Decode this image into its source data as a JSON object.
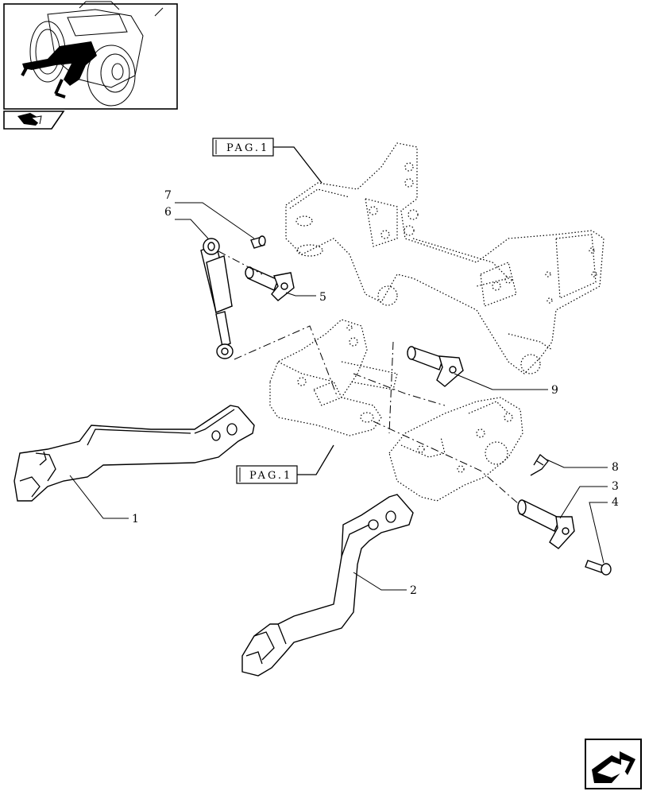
{
  "callouts": {
    "c1": "1",
    "c2": "2",
    "c3": "3",
    "c4": "4",
    "c5": "5",
    "c6": "6",
    "c7": "7",
    "c8": "8",
    "c9": "9"
  },
  "page_refs": {
    "ref_top": "PAG.1",
    "ref_mid": "PAG.1"
  },
  "icons": {
    "thumbnail": "tractor-location-thumbnail",
    "section": "section-arrow-icon",
    "next": "next-page-arrow-icon"
  }
}
